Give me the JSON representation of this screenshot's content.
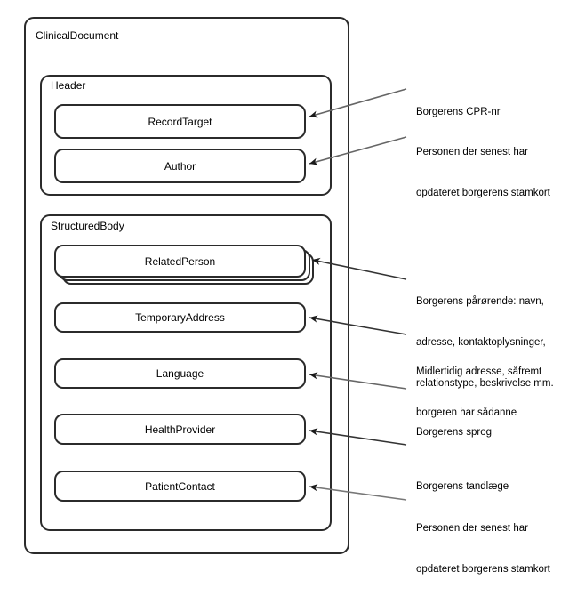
{
  "diagram": {
    "type": "nested-block-diagram",
    "background_color": "#ffffff",
    "stroke_color": "#2b2b2b",
    "connector_color": "#666666",
    "root": {
      "label": "ClinicalDocument"
    },
    "containers": [
      {
        "id": "header",
        "label": "Header"
      },
      {
        "id": "structured-body",
        "label": "StructuredBody"
      }
    ],
    "nodes": [
      {
        "id": "record-target",
        "label": "RecordTarget",
        "parent": "header",
        "stacked": false
      },
      {
        "id": "author",
        "label": "Author",
        "parent": "header",
        "stacked": false
      },
      {
        "id": "related-person",
        "label": "RelatedPerson",
        "parent": "structured-body",
        "stacked": true,
        "stack_count": 3
      },
      {
        "id": "temporary-address",
        "label": "TemporaryAddress",
        "parent": "structured-body",
        "stacked": false
      },
      {
        "id": "language",
        "label": "Language",
        "parent": "structured-body",
        "stacked": false
      },
      {
        "id": "health-provider",
        "label": "HealthProvider",
        "parent": "structured-body",
        "stacked": false
      },
      {
        "id": "patient-contact",
        "label": "PatientContact",
        "parent": "structured-body",
        "stacked": false
      }
    ],
    "annotations": [
      {
        "id": "annotation-record-target",
        "target": "record-target",
        "lines": [
          "Borgerens CPR-nr"
        ]
      },
      {
        "id": "annotation-author",
        "target": "author",
        "lines": [
          "Personen der senest har",
          "opdateret borgerens stamkort"
        ]
      },
      {
        "id": "annotation-related-person",
        "target": "related-person",
        "lines": [
          "Borgerens pårørende: navn,",
          "adresse, kontaktoplysninger,",
          "relationstype, beskrivelse mm."
        ]
      },
      {
        "id": "annotation-temporary-address",
        "target": "temporary-address",
        "lines": [
          "Midlertidig adresse, såfremt",
          "borgeren har sådanne"
        ]
      },
      {
        "id": "annotation-language",
        "target": "language",
        "lines": [
          "Borgerens sprog"
        ]
      },
      {
        "id": "annotation-health-provider",
        "target": "health-provider",
        "lines": [
          "Borgerens tandlæge"
        ]
      },
      {
        "id": "annotation-patient-contact",
        "target": "patient-contact",
        "lines": [
          "Personen der senest har",
          "opdateret borgerens stamkort"
        ]
      }
    ]
  },
  "labels": {
    "root": "ClinicalDocument",
    "header": "Header",
    "structured_body": "StructuredBody",
    "record_target": "RecordTarget",
    "author": "Author",
    "related_person": "RelatedPerson",
    "temporary_address": "TemporaryAddress",
    "language": "Language",
    "health_provider": "HealthProvider",
    "patient_contact": "PatientContact"
  },
  "annotation_text": {
    "record_target_l1": "Borgerens CPR-nr",
    "author_l1": "Personen der senest har",
    "author_l2": "opdateret borgerens stamkort",
    "related_person_l1": "Borgerens pårørende: navn,",
    "related_person_l2": "adresse, kontaktoplysninger,",
    "related_person_l3": "relationstype, beskrivelse mm.",
    "temporary_address_l1": "Midlertidig adresse, såfremt",
    "temporary_address_l2": "borgeren har sådanne",
    "language_l1": "Borgerens sprog",
    "health_provider_l1": "Borgerens tandlæge",
    "patient_contact_l1": "Personen der senest har",
    "patient_contact_l2": "opdateret borgerens stamkort"
  }
}
